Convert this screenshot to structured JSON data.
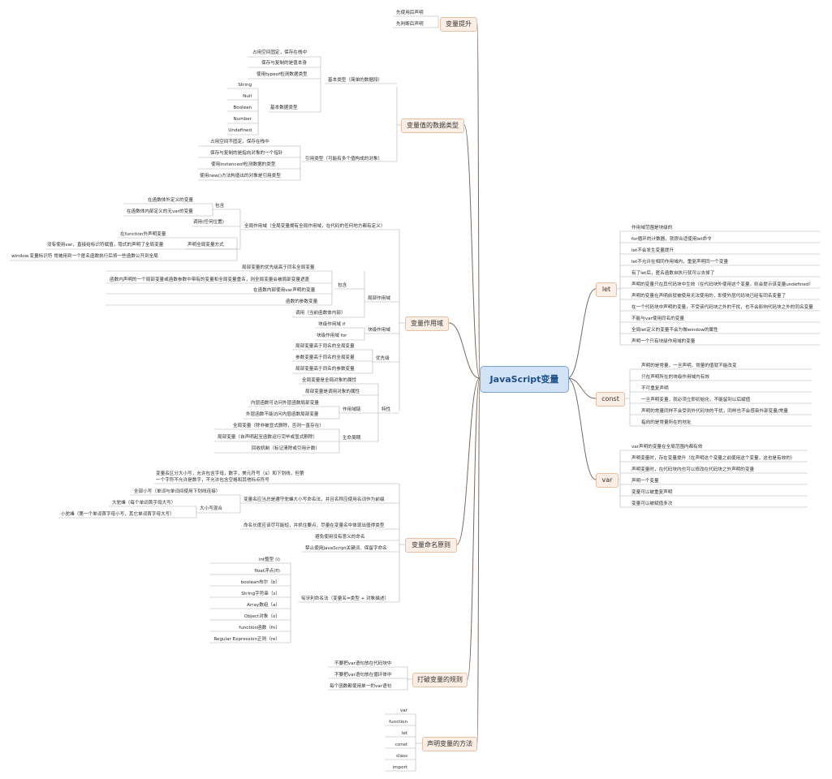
{
  "root": "JavaScript变量",
  "branches": {
    "hoisting": {
      "label": "变量提升",
      "items": [
        "先使用后声明",
        "先判断后声明"
      ]
    },
    "types": {
      "label": "变量值的数据类型",
      "primitive": {
        "label": "基本类型（简单的数据段）",
        "items": [
          "占用空间固定，保存在栈中",
          "保存与复制的是值本身",
          "使用typeof检测数据类型"
        ],
        "kinds_label": "基本数据类型",
        "kinds": [
          "String",
          "Null",
          "Boolean",
          "Number",
          "Undefined"
        ]
      },
      "reference": {
        "label": "引用类型（可能有多个值构成的对象）",
        "items": [
          "占用空间不固定，保存在栈中",
          "保存与复制的是指向对象的一个指针",
          "使用instanceof检测数据的类型",
          "使用new()方法构造出的对象是引用类型"
        ]
      }
    },
    "scope": {
      "label": "变量作用域",
      "global": {
        "label": "全局作用域（全局变量拥有全局作用域，在代码的任何地方都有定义）",
        "include_label": "包含",
        "include": [
          "在函数体外定义的变量",
          "在函数体内部定义的无var的变量"
        ],
        "call": "调用(任何位置)",
        "declare_label": "声明全局变量方式",
        "declare": [
          "在function外声明变量",
          "没有使用var，直接给标识符赋值，隐式的声明了全局变量",
          "window.变量标识符    常被用到一个匿名函数执行后将一些函数公开到全局"
        ]
      },
      "local": {
        "label": "局部作用域",
        "include_label": "包含",
        "include": [
          "局部变量的优先级高于同名全局变量",
          "函数内声明的一个局部变量或函数参数中带有的变量和全局变量重名，则全局变量会被局部变量遮盖",
          "在函数内部使用var声明的变量",
          "函数的参数变量"
        ],
        "call": "调用（当前函数体内部）"
      },
      "block": {
        "label": "块级作用域",
        "items": [
          "块级作用域 if",
          "块级作用域 for"
        ]
      },
      "priority": {
        "label": "优先级",
        "items": [
          "局部变量高于同名的全局变量",
          "参数变量高于同名的全局变量",
          "局部变量高于同名的参数变量"
        ]
      },
      "feature": {
        "label": "特性",
        "items": [
          "全局变量是全局对象的属性",
          "局部变量是调用对象的属性"
        ],
        "chain_label": "作用域链",
        "chain": [
          "内层函数可访问外层函数局部变量",
          "外层函数不能访问内层函数局部变量"
        ],
        "life_label": "生命周期",
        "life": [
          "全局变量（除非被显式删除，否则一直存在）",
          "局部变量（自声明起至函数运行完毕或显式删除）",
          "回收机制（标记清除或引用计数）"
        ]
      }
    },
    "naming": {
      "label": "变量命名原则",
      "case_sensitive": "变量名区分大小写，允许包含字母，数字，美元符号（$）和下划线，但第一个字符不允许是数字，不允许包含空格和其他标点符号",
      "case_rule": "变量名应当总是遵守驼峰大小写命名法，并且名称应使用名词作为前缀",
      "case_items": [
        "全部小写（单词与单词间使用下划线连接）"
      ],
      "mixed_label": "大小写混合",
      "mixed": [
        "大驼峰（每个单词首字母大写）",
        "小驼峰（第一个单词首字母小写，其它单词首字母大写）"
      ],
      "others": [
        "命名长度应该尽可能短，并抓住要点，尽量在变量名中体现出值得类型",
        "避免使用没有意义的命名",
        "禁止使用JavaScript关键词、保留字命名"
      ],
      "hungarian_label": "匈牙利命名法（变量名=类型 + 对象描述）",
      "hungarian": [
        "int整型 (i)",
        "float浮点(fl)",
        "boolean布尔（b）",
        "String字符串（s）",
        "Array数组（a）",
        "Object对象（o）",
        "function函数（fn）",
        "Regular Expression正则（re）"
      ]
    },
    "break": {
      "label": "打破变量的规则",
      "items": [
        "不要把var语句放在代码块中",
        "不要把var语句放在循环体中",
        "每个函数都使用单一的var语句"
      ]
    },
    "declare": {
      "label": "声明变量的方法",
      "items": [
        "var",
        "function",
        "let",
        "const",
        "class",
        "import"
      ]
    },
    "let": {
      "label": "let",
      "items": [
        "作用域范围是块级的",
        "for循环的计数器，就很合适使用let命令",
        "let不会发生变量提升",
        "let不允许在相同作用域内，重复声明同一个变量",
        "有了let后，匿名函数自执行就可以去掉了",
        "声明的变量只在其代码块中生效（在代码块外使用这个变量，则会提示该变量undefined）",
        "声明的变量在声明前就被使用无法使用的，即使外层代码块已经有同名变量了",
        "在一个代码块中声明的变量，不受该代码块之外的干扰，也不会影响代码块之外的同名变量",
        "不能与var使用同名的变量",
        "全局let定义的变量不会为做window的属性",
        "声明一个只有块级作用域的变量"
      ]
    },
    "const": {
      "label": "const",
      "items": [
        "声明的是常量，一旦声明，常量的值就不能改变",
        "只在声明所在的块级作用域内有效",
        "不可重复声明",
        "一旦声明变量，就必须立即初始化，不能留到以后赋值",
        "声明的常量同样不会受到外代码块的干扰，同样也不会感染外部变量/常量",
        "指向的是常量所在的地址"
      ]
    },
    "var": {
      "label": "var",
      "items": [
        "var声明的变量在全局范围内都有效",
        "声明变量时，存在变量提升（在声明这个变量之前使用这个变量，这也是有效的）",
        "声明变量时，在代码块内也可以修改在代码块之外声明的变量",
        "声明一个变量",
        "变量可以被重复声明",
        "变量可以被赋值多次"
      ]
    }
  }
}
